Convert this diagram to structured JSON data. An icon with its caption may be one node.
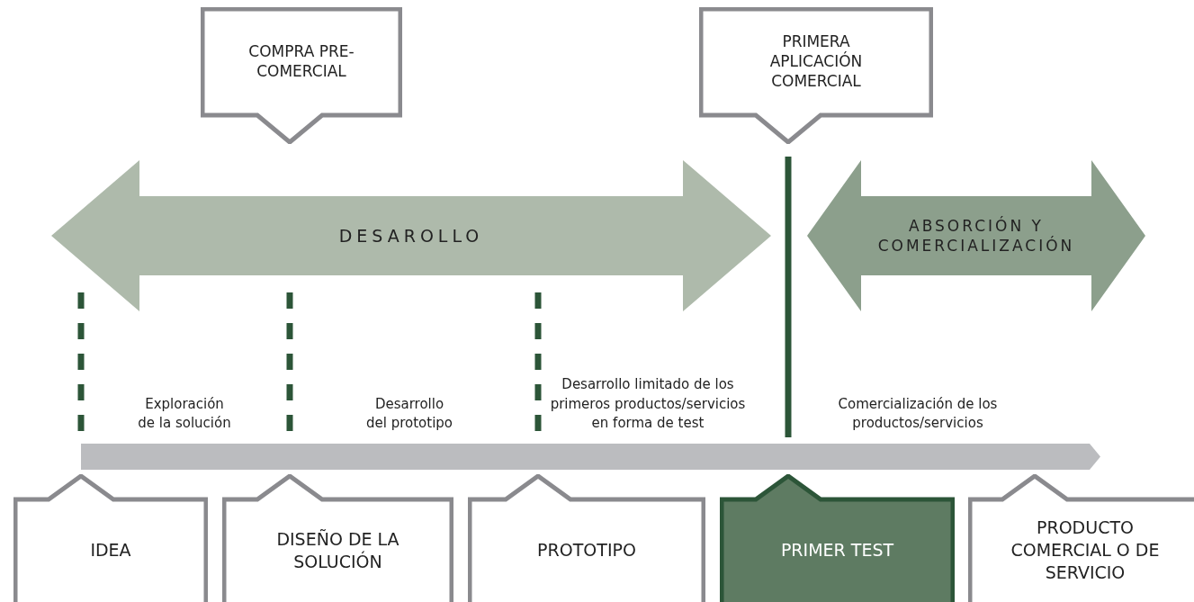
{
  "diagram": {
    "nodes": [
      {
        "text": [
          "COMPRA PRE-COMERCIAL"
        ]
      },
      {
        "text": [
          "PRIMERA APLICACIÓN COMERCIAL"
        ]
      },
      {
        "text": [
          "DESAROLLO"
        ]
      },
      {
        "text": [
          "ABSORCIÓN Y COMERCIALIZACIÓN"
        ]
      },
      {
        "text": [],
        "shape": "bar"
      },
      {
        "text": [
          "IDEA"
        ]
      },
      {
        "text": [
          "DISEÑO DE LA SOLUCIÓN"
        ]
      },
      {
        "text": [
          "PROTOTIPO"
        ]
      },
      {
        "text": [
          "PRIMER TEST"
        ]
      },
      {
        "text": [
          "PRODUCTO COMERCIAL O DE SERVICIO"
        ]
      }
    ],
    "labels": [
      "Exploración de la solución",
      "Desarrollo del prototipo",
      "Desarrollo limitado de los primeros productos/servicios en forma de test",
      "Comercialización de los productos/servicios"
    ]
  }
}
